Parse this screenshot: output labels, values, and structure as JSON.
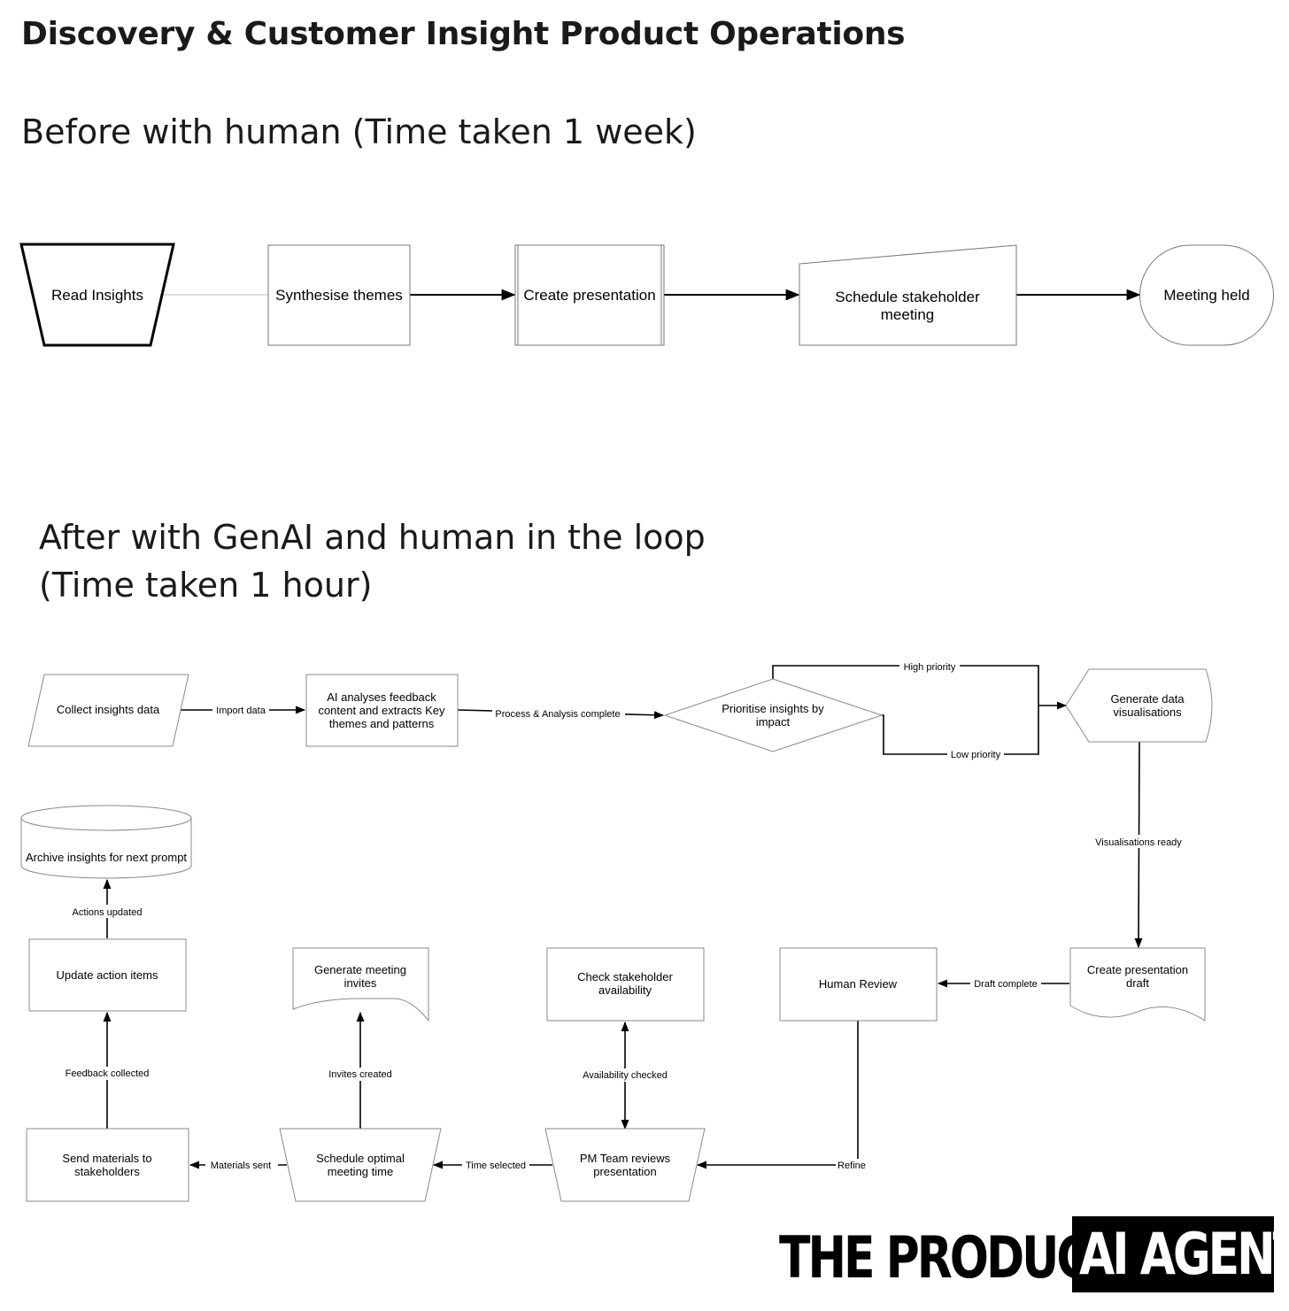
{
  "title": "Discovery & Customer Insight Product Operations",
  "before": {
    "heading": "Before with human (Time taken 1 week)",
    "nodes": {
      "read_insights": "Read Insights",
      "synthesise_themes": "Synthesise themes",
      "create_presentation": "Create presentation",
      "schedule_meeting": [
        "Schedule stakeholder",
        "meeting"
      ],
      "meeting_held": "Meeting held"
    }
  },
  "after": {
    "heading_line1": "After with GenAI and human in the loop",
    "heading_line2": "(Time taken 1 hour)",
    "nodes": {
      "collect": "Collect insights data",
      "ai_analyses": [
        "AI analyses feedback",
        "content and extracts Key",
        "themes and patterns"
      ],
      "prioritise": [
        "Prioritise insights by",
        "impact"
      ],
      "generate_viz": [
        "Generate data",
        "visualisations"
      ],
      "create_draft": [
        "Create presentation",
        "draft"
      ],
      "human_review": "Human Review",
      "check_availability": [
        "Check stakeholder",
        "availability"
      ],
      "generate_invites": [
        "Generate meeting",
        "invites"
      ],
      "update_actions": "Update action items",
      "archive": "Archive insights for next prompt",
      "pm_review": [
        "PM Team reviews",
        "presentation"
      ],
      "schedule_optimal": [
        "Schedule optimal",
        "meeting time"
      ],
      "send_materials": [
        "Send materials to",
        "stakeholders"
      ]
    },
    "edges": {
      "import_data": "Import data",
      "process_complete": "Process & Analysis complete",
      "high_priority": "High priority",
      "low_priority": "Low priority",
      "viz_ready": "Visualisations ready",
      "draft_complete": "Draft complete",
      "refine": "Refine",
      "availability_checked": "Availability checked",
      "time_selected": "Time selected",
      "invites_created": "Invites created",
      "materials_sent": "Materials sent",
      "feedback_collected": "Feedback collected",
      "actions_updated": "Actions updated"
    }
  },
  "logo": {
    "left": "THE PRODUCT",
    "right": "AI AGENT"
  }
}
